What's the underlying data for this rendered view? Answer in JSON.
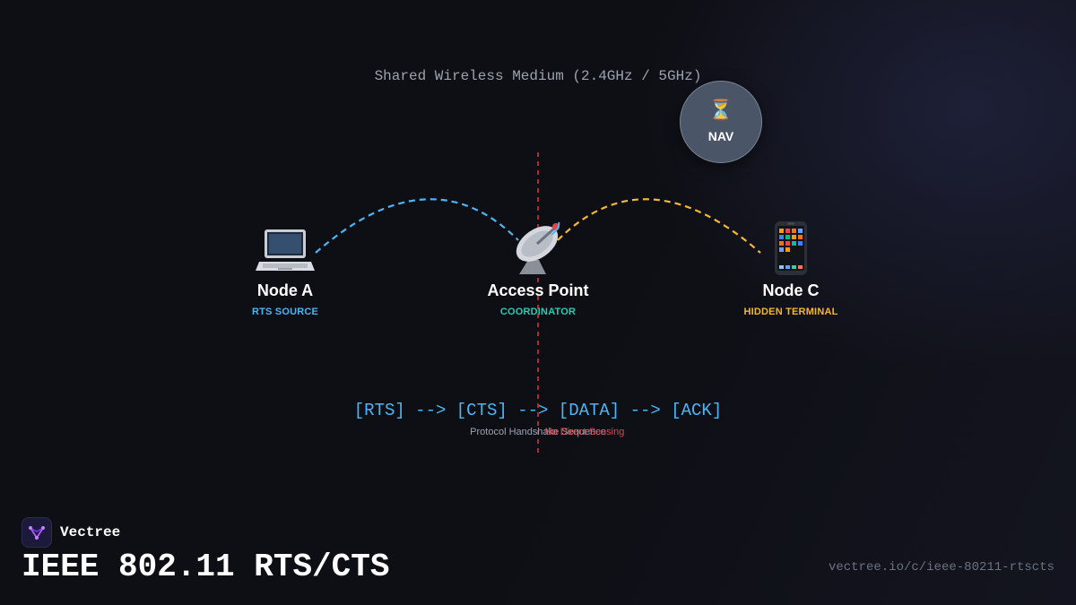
{
  "diagram": {
    "medium_label": "Shared Wireless Medium (2.4GHz / 5GHz)",
    "nav": {
      "icon": "hourglass-icon",
      "glyph": "⏳",
      "label": "NAV"
    },
    "nodes": [
      {
        "name": "Node A",
        "role": "RTS SOURCE",
        "icon": "laptop-icon",
        "color": "#4cb5f5"
      },
      {
        "name": "Access Point",
        "role": "COORDINATOR",
        "icon": "satellite-dish-icon",
        "color": "#2ec9b0"
      },
      {
        "name": "Node C",
        "role": "HIDDEN TERMINAL",
        "icon": "mobile-phone-icon",
        "color": "#f5b731"
      }
    ],
    "links": [
      {
        "from": "Node A",
        "to": "Access Point",
        "color": "#4cb5f5"
      },
      {
        "from": "Access Point",
        "to": "Node C",
        "color": "#f5b731"
      }
    ],
    "sequence": "[RTS] --> [CTS] --> [DATA] --> [ACK]",
    "sequence_caption": "Protocol Handshake Sequence",
    "carrier_caption": "No Direct Sensing",
    "carrier_color": "#c9383c"
  },
  "brand": {
    "name": "Vectree",
    "logo_icon": "vectree-logo-icon"
  },
  "footer": {
    "title": "IEEE 802.11 RTS/CTS",
    "url": "vectree.io/c/ieee-80211-rtscts"
  }
}
